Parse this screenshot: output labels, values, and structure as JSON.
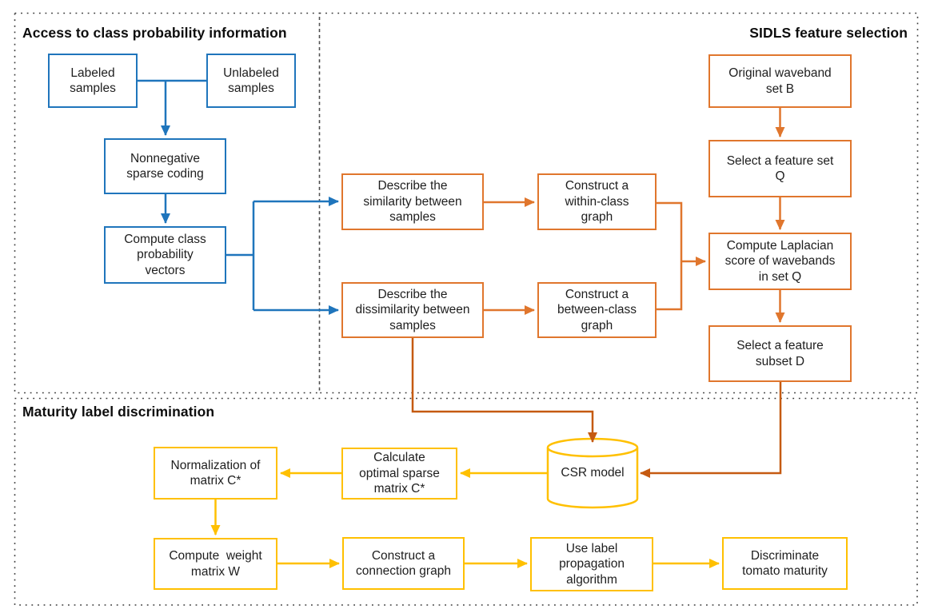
{
  "sections": {
    "access": {
      "title": "Access to class probability information"
    },
    "sidls": {
      "title": "SIDLS feature selection"
    },
    "maturity": {
      "title": "Maturity label discrimination"
    }
  },
  "colors": {
    "blue_boxes_and_arrows": "#1F75BC",
    "orange_boxes_and_arrows": "#E0762D",
    "dark_orange_connectors": "#C55A11",
    "yellow_boxes_and_arrows": "#FFC000",
    "text": "#1E1E1E",
    "dotted_border": "#3A3A3A",
    "background": "#FFFFFF"
  },
  "nodes": {
    "labeled_samples": "Labeled\nsamples",
    "unlabeled_samples": "Unlabeled\nsamples",
    "nonnegative_sparse_coding": "Nonnegative\nsparse coding",
    "compute_class_probability": "Compute class\nprobability\nvectors",
    "describe_similarity": "Describe the\nsimilarity between\nsamples",
    "construct_within_class": "Construct a\nwithin-class\ngraph",
    "describe_dissimilarity": "Describe the\ndissimilarity between\nsamples",
    "construct_between_class": "Construct a\nbetween-class\ngraph",
    "original_waveband": "Original waveband\nset B",
    "select_feature_set": "Select a feature set\nQ",
    "compute_laplacian": "Compute Laplacian\nscore of wavebands\nin set Q",
    "select_feature_subset": "Select a feature\nsubset D",
    "normalization_matrix": "Normalization of\nmatrix C*",
    "calculate_optimal_sparse": "Calculate\noptimal sparse\nmatrix C*",
    "csr_model": "CSR model",
    "compute_weight_matrix": "Compute  weight\nmatrix W",
    "construct_connection_graph": "Construct a\nconnection graph",
    "use_label_propagation": "Use label\npropagation\nalgorithm",
    "discriminate_tomato": "Discriminate\ntomato maturity"
  }
}
